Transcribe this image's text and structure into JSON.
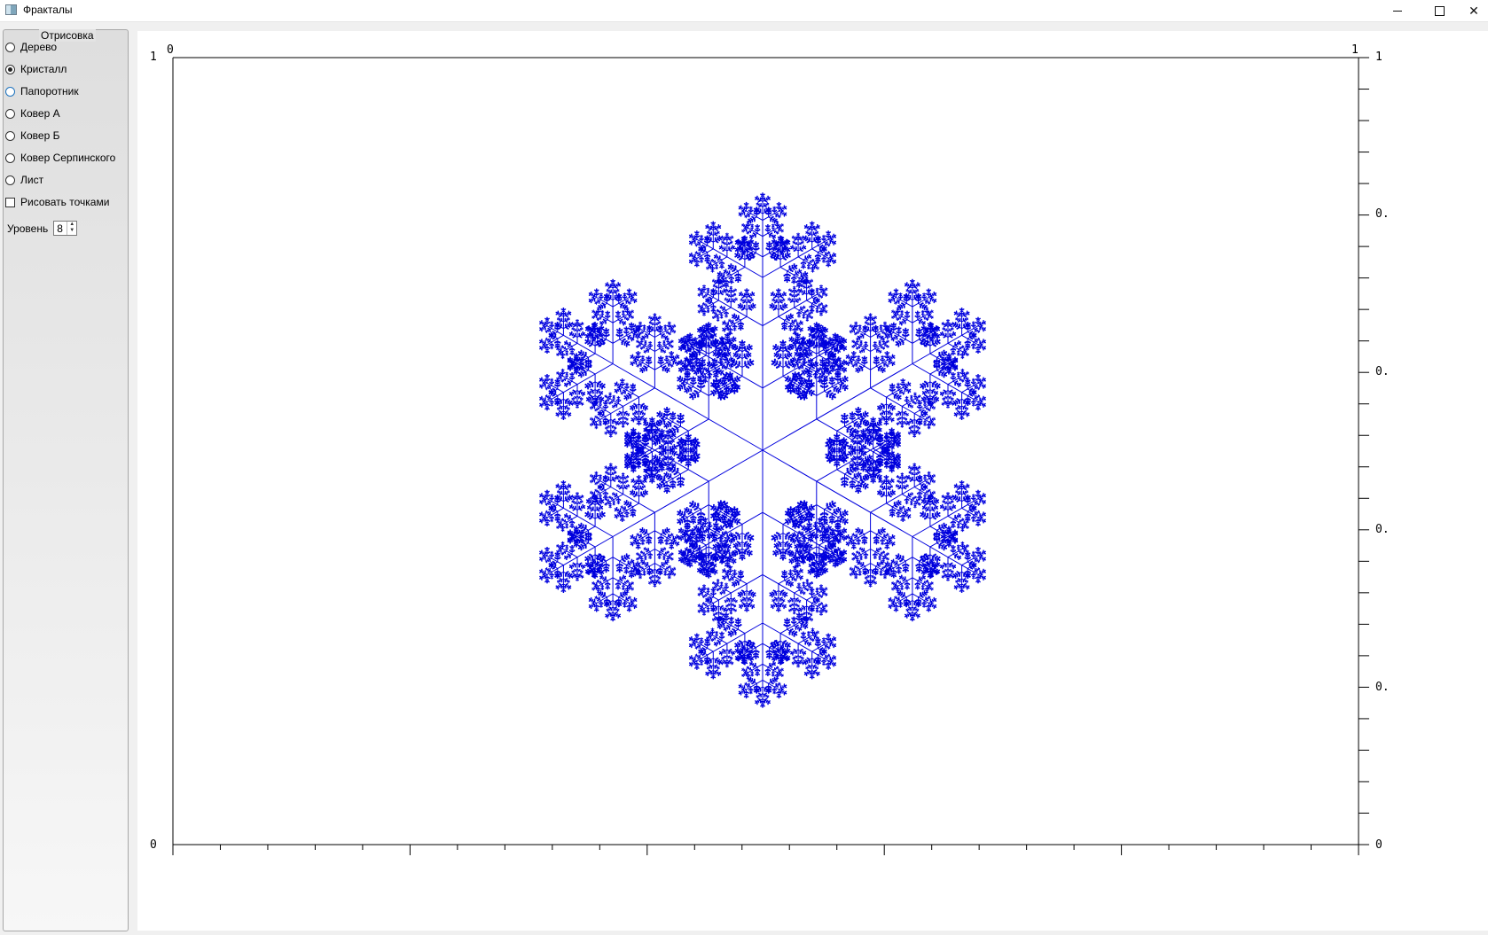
{
  "window": {
    "title": "Фракталы",
    "controls": [
      "minimize-icon",
      "maximize-icon",
      "close-icon"
    ]
  },
  "panel": {
    "group_title": "Отрисовка",
    "options": [
      {
        "label": "Дерево",
        "checked": false
      },
      {
        "label": "Кристалл",
        "checked": true
      },
      {
        "label": "Папоротник",
        "checked": false
      },
      {
        "label": "Ковер А",
        "checked": false
      },
      {
        "label": "Ковер Б",
        "checked": false
      },
      {
        "label": "Ковер Серпинского",
        "checked": false
      },
      {
        "label": "Лист",
        "checked": false
      }
    ],
    "draw_points": {
      "label": "Рисовать точками",
      "checked": false
    },
    "level": {
      "label": "Уровень",
      "value": "8"
    }
  },
  "plot": {
    "color": "#0000dd",
    "left_axis": {
      "top": "1",
      "bottom": "0"
    },
    "top_axis": {
      "left": "0",
      "right": "1"
    },
    "right_axis_labels": [
      "1",
      "0.",
      "0.",
      "0.",
      "0.",
      "0"
    ]
  }
}
